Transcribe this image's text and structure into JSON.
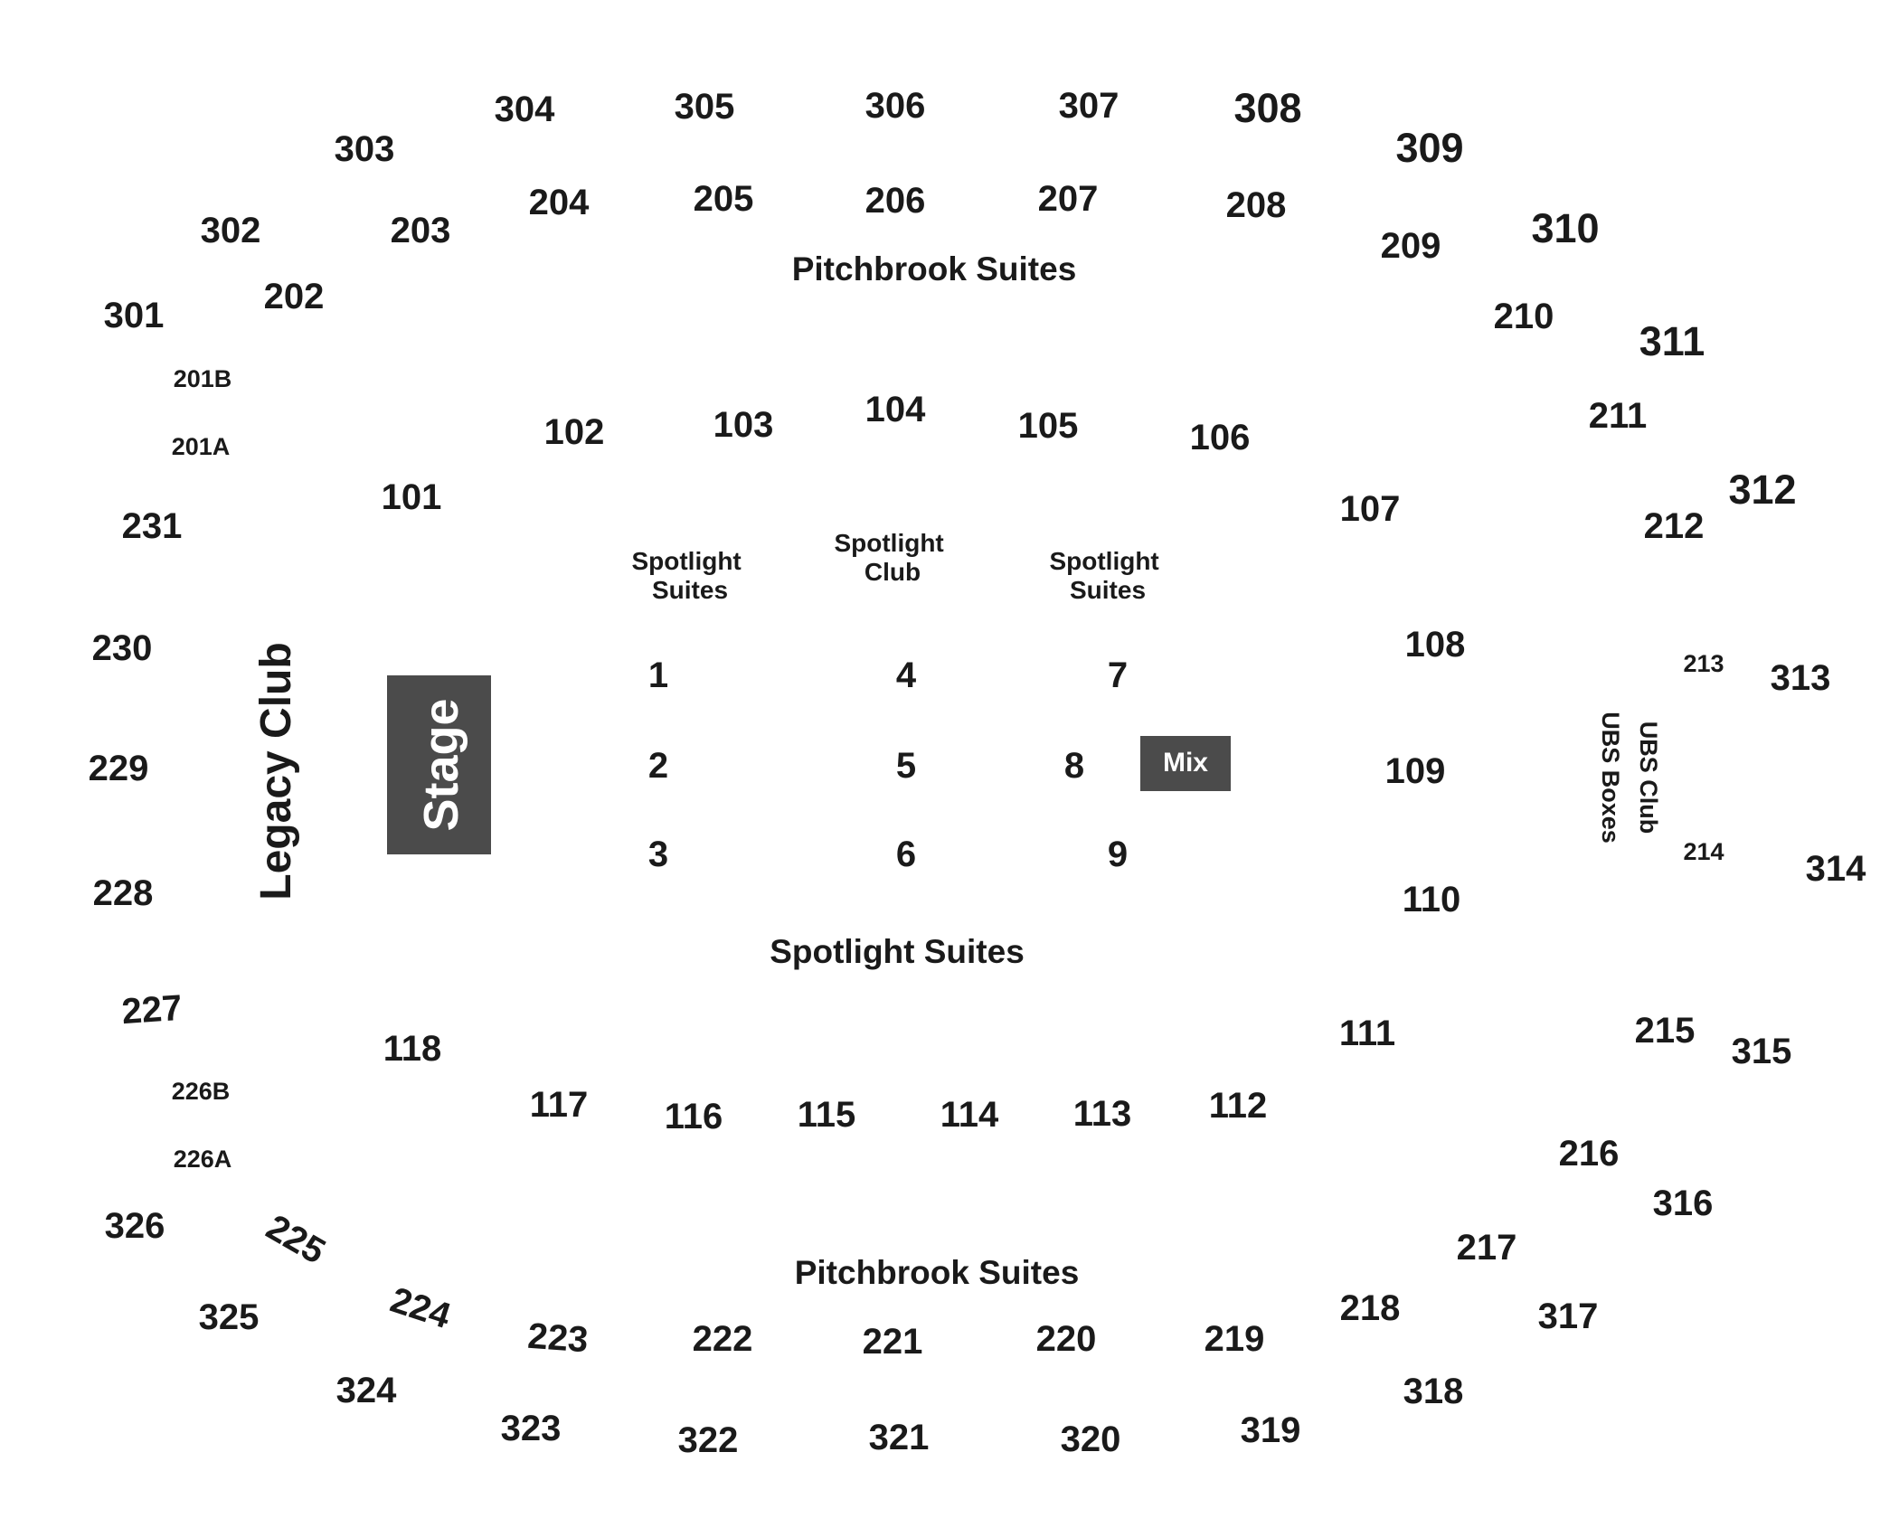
{
  "colors": {
    "block": "#4b4b4b",
    "text": "#1a1a1a",
    "block_text": "#ffffff"
  },
  "stage": {
    "label": "Stage"
  },
  "mix": {
    "label": "Mix"
  },
  "legacy_club": {
    "label": "Legacy Club"
  },
  "ubs": {
    "club": "UBS Club",
    "boxes": "UBS Boxes"
  },
  "zones": {
    "pitchbrook_top": "Pitchbrook Suites",
    "pitchbrook_bottom": "Pitchbrook Suites",
    "spotlight_suites_main": "Spotlight Suites",
    "spotlight_suites_left": [
      "Spotlight",
      "Suites"
    ],
    "spotlight_club": [
      "Spotlight",
      "Club"
    ],
    "spotlight_suites_right": [
      "Spotlight",
      "Suites"
    ]
  },
  "floor_sections": [
    "1",
    "2",
    "3",
    "4",
    "5",
    "6",
    "7",
    "8",
    "9"
  ],
  "sections_100": [
    "101",
    "102",
    "103",
    "104",
    "105",
    "106",
    "107",
    "108",
    "109",
    "110",
    "111",
    "112",
    "113",
    "114",
    "115",
    "116",
    "117",
    "118"
  ],
  "sections_200": [
    "201A",
    "201B",
    "202",
    "203",
    "204",
    "205",
    "206",
    "207",
    "208",
    "209",
    "210",
    "211",
    "212",
    "213",
    "214",
    "215",
    "216",
    "217",
    "218",
    "219",
    "220",
    "221",
    "222",
    "223",
    "224",
    "225",
    "226A",
    "226B",
    "227",
    "228",
    "229",
    "230",
    "231"
  ],
  "sections_300": [
    "301",
    "302",
    "303",
    "304",
    "305",
    "306",
    "307",
    "308",
    "309",
    "310",
    "311",
    "312",
    "313",
    "314",
    "315",
    "316",
    "317",
    "318",
    "319",
    "320",
    "321",
    "322",
    "323",
    "324",
    "325",
    "326"
  ]
}
